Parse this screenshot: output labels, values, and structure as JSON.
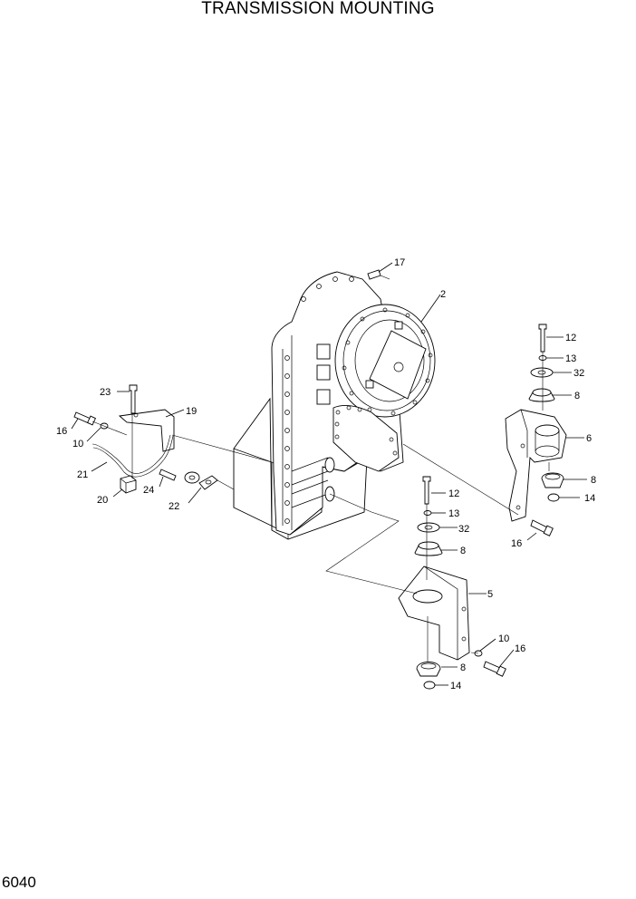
{
  "title": "TRANSMISSION MOUNTING",
  "page_number": "6040",
  "callouts": [
    {
      "id": "c17",
      "label": "17"
    },
    {
      "id": "c2",
      "label": "2"
    },
    {
      "id": "c12a",
      "label": "12"
    },
    {
      "id": "c13a",
      "label": "13"
    },
    {
      "id": "c32a",
      "label": "32"
    },
    {
      "id": "c8a",
      "label": "8"
    },
    {
      "id": "c6",
      "label": "6"
    },
    {
      "id": "c8b",
      "label": "8"
    },
    {
      "id": "c14a",
      "label": "14"
    },
    {
      "id": "c16a",
      "label": "16"
    },
    {
      "id": "c23",
      "label": "23"
    },
    {
      "id": "c19",
      "label": "19"
    },
    {
      "id": "c16b",
      "label": "16"
    },
    {
      "id": "c10a",
      "label": "10"
    },
    {
      "id": "c21",
      "label": "21"
    },
    {
      "id": "c24",
      "label": "24"
    },
    {
      "id": "c20",
      "label": "20"
    },
    {
      "id": "c22",
      "label": "22"
    },
    {
      "id": "c12b",
      "label": "12"
    },
    {
      "id": "c13b",
      "label": "13"
    },
    {
      "id": "c32b",
      "label": "32"
    },
    {
      "id": "c8c",
      "label": "8"
    },
    {
      "id": "c5",
      "label": "5"
    },
    {
      "id": "c10b",
      "label": "10"
    },
    {
      "id": "c16c",
      "label": "16"
    },
    {
      "id": "c8d",
      "label": "8"
    },
    {
      "id": "c14b",
      "label": "14"
    }
  ]
}
